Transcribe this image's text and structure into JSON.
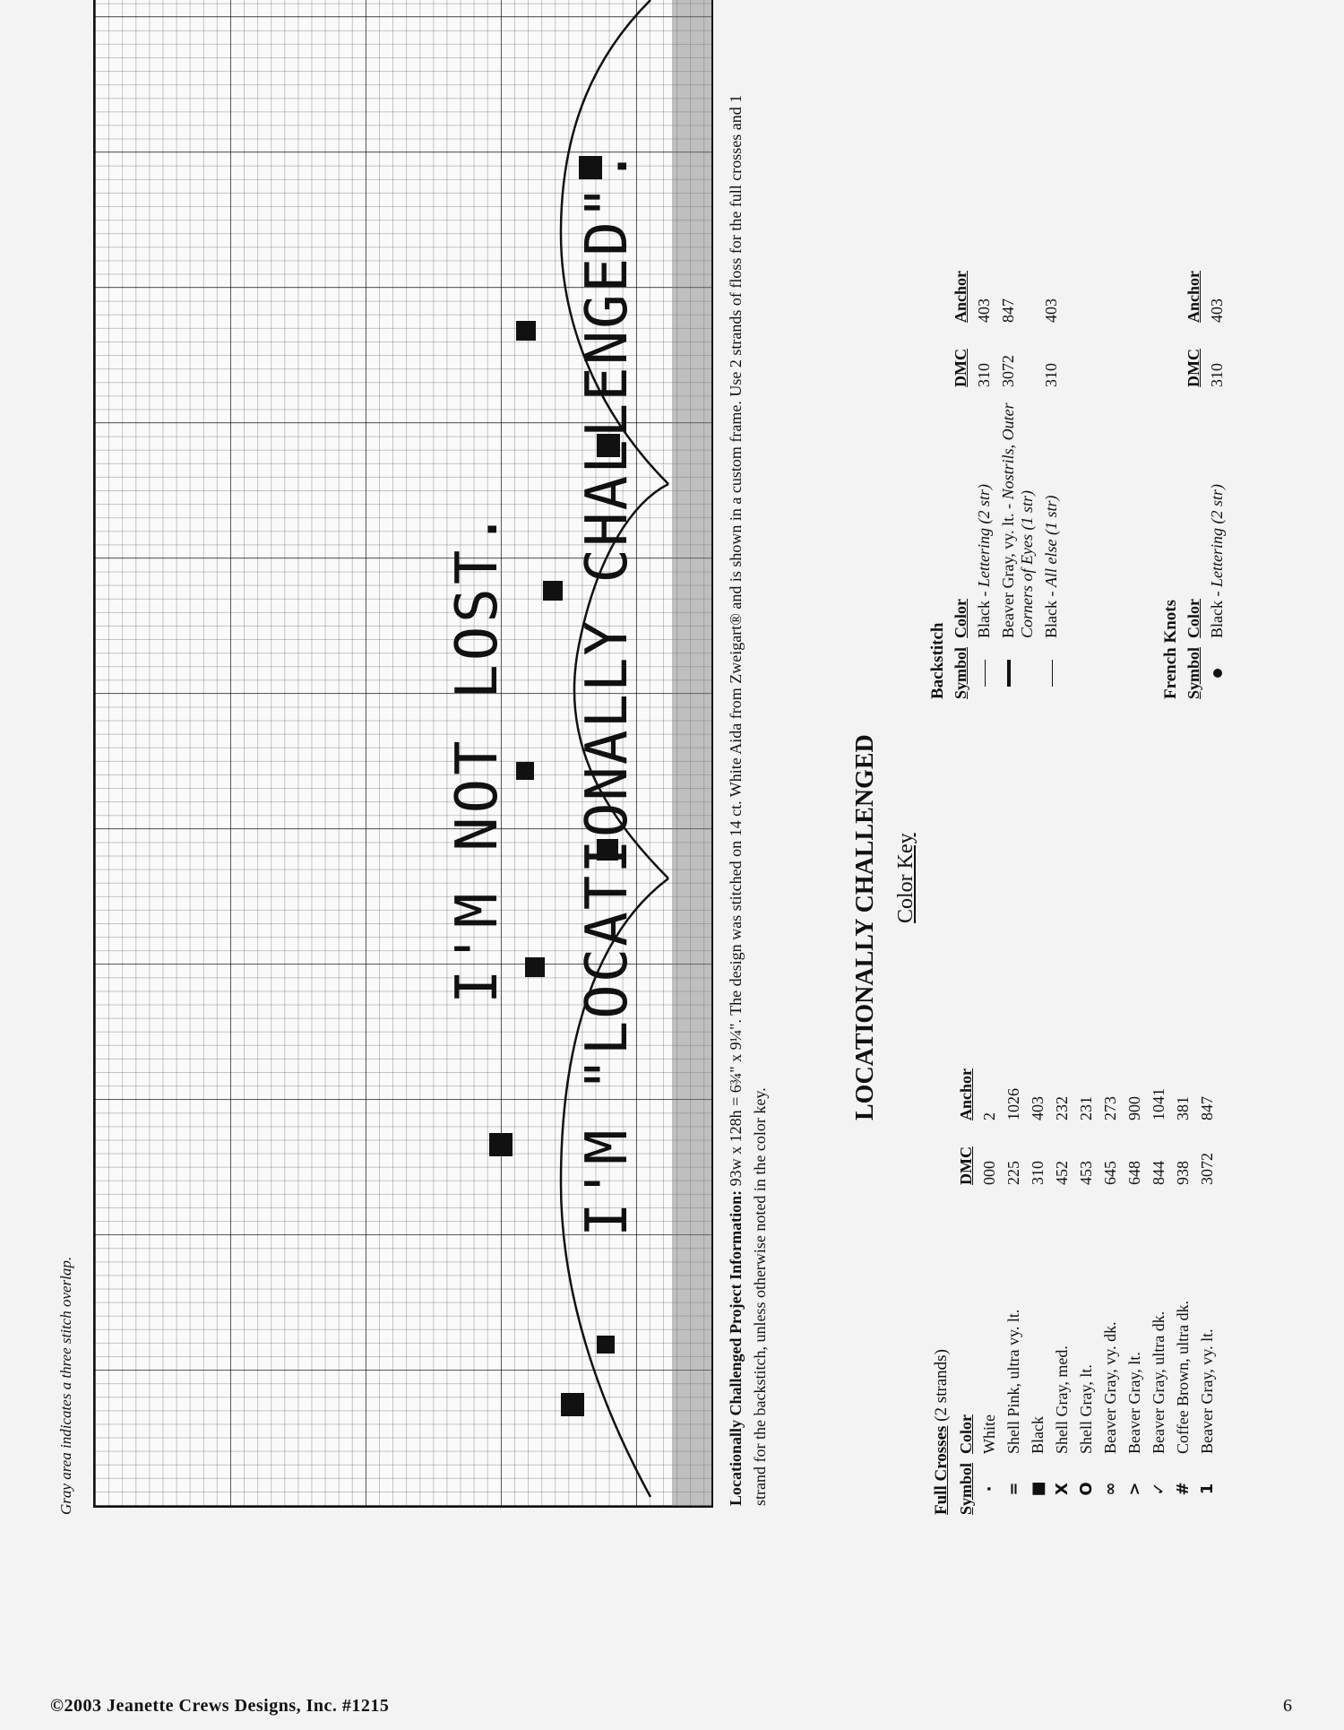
{
  "note": "Gray area indicates a three stitch overlap.",
  "chart_text": {
    "line1": "I'M NOT LOST.",
    "line2": "I'M \"LOCATIONALLY CHALLENGED\"."
  },
  "project_info": {
    "label": "Locationally Challenged Project Information:",
    "text": "93w x 128h = 6¾\" x 9¼\".  The design was stitched on 14 ct. White Aida from Zweigart® and is shown in a custom frame.  Use 2 strands of floss for the full crosses and 1 strand for the backstitch, unless otherwise noted in the color key."
  },
  "color_key": {
    "title": "LOCATIONALLY CHALLENGED",
    "subtitle": "Color Key",
    "full_crosses": {
      "heading": "Full Crosses",
      "strands": "(2 strands)",
      "columns": [
        "Symbol",
        "Color",
        "DMC",
        "Anchor"
      ],
      "rows": [
        {
          "symbol": "·",
          "color": "White",
          "dmc": "000",
          "anchor": "2"
        },
        {
          "symbol": "=",
          "color": "Shell Pink, ultra vy. lt.",
          "dmc": "225",
          "anchor": "1026"
        },
        {
          "symbol": "■",
          "color": "Black",
          "dmc": "310",
          "anchor": "403"
        },
        {
          "symbol": "X",
          "color": "Shell Gray, med.",
          "dmc": "452",
          "anchor": "232"
        },
        {
          "symbol": "O",
          "color": "Shell Gray, lt.",
          "dmc": "453",
          "anchor": "231"
        },
        {
          "symbol": "∞",
          "color": "Beaver Gray, vy. dk.",
          "dmc": "645",
          "anchor": "273"
        },
        {
          "symbol": ">",
          "color": "Beaver Gray, lt.",
          "dmc": "648",
          "anchor": "900"
        },
        {
          "symbol": "✓",
          "color": "Beaver Gray, ultra dk.",
          "dmc": "844",
          "anchor": "1041"
        },
        {
          "symbol": "#",
          "color": "Coffee Brown, ultra dk.",
          "dmc": "938",
          "anchor": "381"
        },
        {
          "symbol": "1",
          "color": "Beaver Gray, vy. lt.",
          "dmc": "3072",
          "anchor": "847"
        }
      ]
    },
    "backstitch": {
      "heading": "Backstitch",
      "columns": [
        "Symbol",
        "Color",
        "DMC",
        "Anchor"
      ],
      "rows": [
        {
          "color": "Black - ",
          "note": "Lettering (2 str)",
          "dmc": "310",
          "anchor": "403"
        },
        {
          "color": "Beaver Gray, vy. lt. - ",
          "note": "Nostrils, Outer Corners of Eyes (1 str)",
          "dmc": "3072",
          "anchor": "847"
        },
        {
          "color": "Black - ",
          "note": "All else (1 str)",
          "dmc": "310",
          "anchor": "403"
        }
      ]
    },
    "french_knots": {
      "heading": "French Knots",
      "columns": [
        "Symbol",
        "Color",
        "DMC",
        "Anchor"
      ],
      "rows": [
        {
          "color": "Black - ",
          "note": "Lettering (2 str)",
          "dmc": "310",
          "anchor": "403"
        }
      ]
    }
  },
  "footer": {
    "copyright": "©2003  Jeanette Crews Designs, Inc.   #1215",
    "page": "6"
  }
}
